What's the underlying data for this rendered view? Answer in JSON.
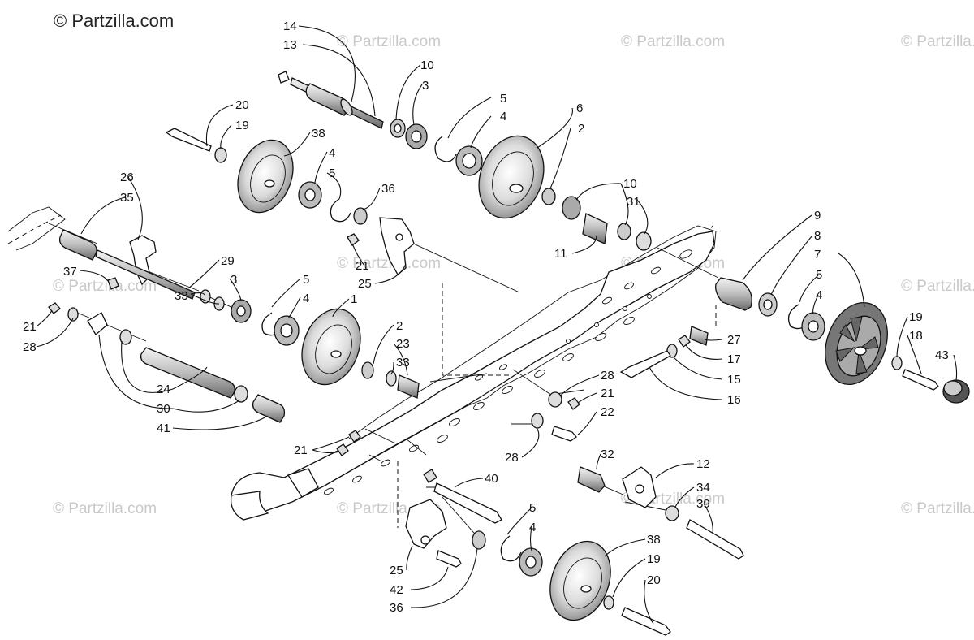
{
  "watermark": {
    "main": "© Partzilla.com",
    "faint": "© Partzilla.com"
  },
  "labels": {
    "l14": "14",
    "l13": "13",
    "l10a": "10",
    "l3a": "3",
    "l5a": "5",
    "l4a": "4",
    "l6": "6",
    "l2a": "2",
    "l20a": "20",
    "l19a": "19",
    "l38a": "38",
    "l4b": "4",
    "l5b": "5",
    "l36a": "36",
    "l10b": "10",
    "l31": "31",
    "l11": "11",
    "l26": "26",
    "l35": "35",
    "l29": "29",
    "l37": "37",
    "l21a": "21",
    "l25a": "25",
    "l9": "9",
    "l8": "8",
    "l7": "7",
    "l5c": "5",
    "l4c": "4",
    "l3b": "3",
    "l5d": "5",
    "l4d": "4",
    "l1": "1",
    "l33a": "33",
    "l21b": "21",
    "l28a": "28",
    "l2b": "2",
    "l23": "23",
    "l33b": "33",
    "l27": "27",
    "l17": "17",
    "l15": "15",
    "l16": "16",
    "l19b": "19",
    "l18": "18",
    "l43": "43",
    "l24": "24",
    "l30": "30",
    "l41": "41",
    "l28b": "28",
    "l21c": "21",
    "l22": "22",
    "l21d": "21",
    "l28c": "28",
    "l32": "32",
    "l12": "12",
    "l40": "40",
    "l34": "34",
    "l39": "39",
    "l5e": "5",
    "l4e": "4",
    "l38b": "38",
    "l19c": "19",
    "l20b": "20",
    "l25b": "25",
    "l42": "42",
    "l36b": "36"
  },
  "icons": {
    "copyright": "copyright-symbol"
  }
}
